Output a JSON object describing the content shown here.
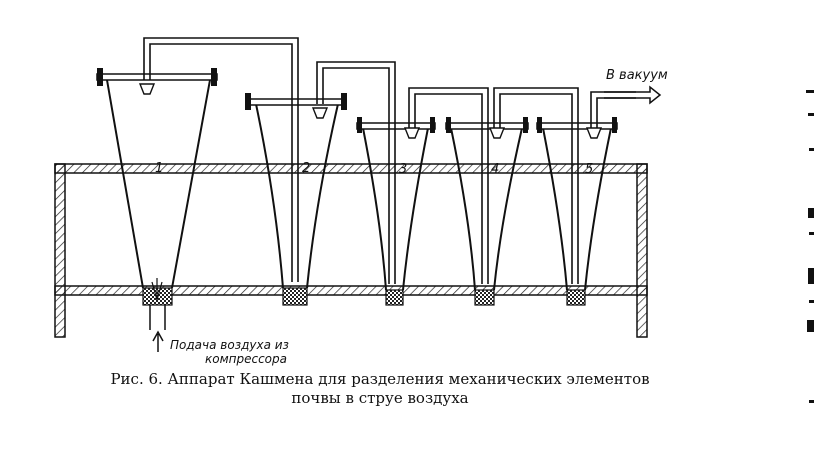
{
  "figure": {
    "vessel_labels": [
      "1",
      "2",
      "3",
      "4",
      "5"
    ],
    "vacuum_label": "В вакуум",
    "air_supply_label_line1": "Подача воздуха из",
    "air_supply_label_line2": "компрессора",
    "caption_line1": "Рис. 6. Аппарат Кашмена для  разделения механических элементов",
    "caption_line2": "почвы в струе воздуха"
  }
}
